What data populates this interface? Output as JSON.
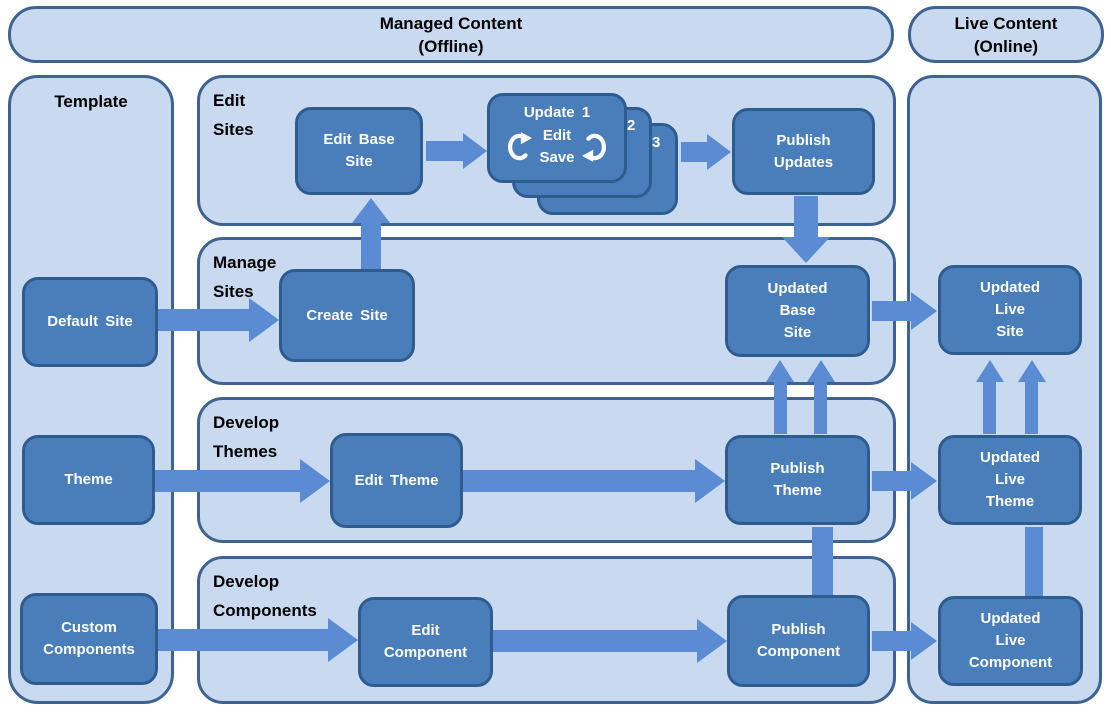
{
  "colors": {
    "panel_fill": "#c8d9f0",
    "panel_border": "#3f6390",
    "node_fill": "#4a7ebb",
    "node_border": "#2f5c8e",
    "arrow": "#5b8bd3",
    "text_dark": "#000000",
    "text_light": "#ffffff"
  },
  "headers": {
    "managed": "Managed Content\n(Offline)",
    "live": "Live Content\n(Online)"
  },
  "panels": {
    "template": "Template",
    "edit_sites": "Edit\nSites",
    "manage_sites": "Manage\nSites",
    "develop_themes": "Develop\nThemes",
    "develop_components": "Develop\nComponents"
  },
  "nodes": {
    "default_site": "Default Site",
    "theme": "Theme",
    "custom_components": "Custom\nComponents",
    "edit_base_site": "Edit Base\nSite",
    "create_site": "Create Site",
    "publish_updates": "Publish\nUpdates",
    "updated_base_site": "Updated\nBase\nSite",
    "edit_theme": "Edit Theme",
    "publish_theme": "Publish\nTheme",
    "edit_component": "Edit\nComponent",
    "publish_component": "Publish\nComponent",
    "updated_live_site": "Updated\nLive\nSite",
    "updated_live_theme": "Updated\nLive\nTheme",
    "updated_live_component": "Updated\nLive\nComponent",
    "update_title": "Update 1",
    "update_edit": "Edit",
    "update_save": "Save",
    "update_card_2": "2",
    "update_card_3": "3"
  }
}
